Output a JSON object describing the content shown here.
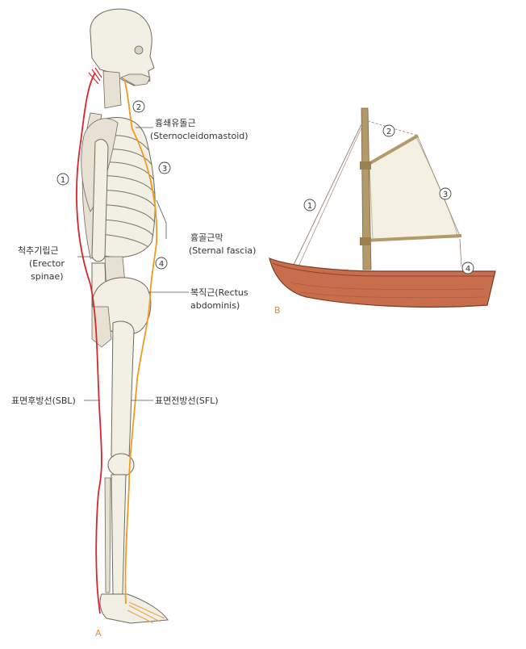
{
  "panels": {
    "a": "A",
    "b": "B"
  },
  "body_labels": {
    "scm_ko": "흉쇄유돌근",
    "scm_en": "(Sternocleidomastoid)",
    "sternal_ko": "흉골근막",
    "sternal_en": "(Sternal fascia)",
    "erector_ko": "척추기립근",
    "erector_en1": "(Erector",
    "erector_en2": "spinae)",
    "rectus_l1": "복직근(Rectus",
    "rectus_l2": "abdominis)",
    "sbl": "표면후방선(SBL)",
    "sfl": "표면전방선(SFL)"
  },
  "markers": {
    "m1": "1",
    "m2": "2",
    "m3": "3",
    "m4": "4"
  },
  "colors": {
    "sbl_line": "#d8262a",
    "sfl_line": "#f29a1f",
    "panel_letter": "#e8892e",
    "hull": "#c86e4c",
    "sail": "#f4f1e3",
    "mast": "#b49a6a"
  }
}
